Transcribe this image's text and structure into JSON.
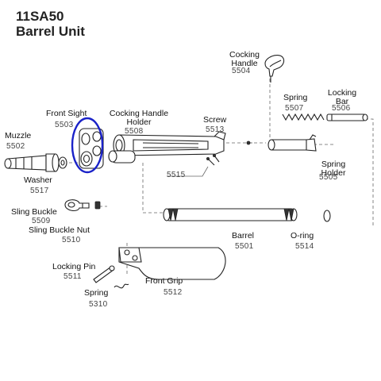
{
  "header": {
    "model": "11SA50",
    "section": "Barrel Unit"
  },
  "highlight": {
    "color": "#1a22c8"
  },
  "parts": [
    {
      "key": "cocking_handle",
      "name": "Cocking\nHandle",
      "number": "5504"
    },
    {
      "key": "spring_5507",
      "name": "Spring",
      "number": "5507"
    },
    {
      "key": "locking_bar",
      "name": "Locking\nBar",
      "number": "5506"
    },
    {
      "key": "front_sight",
      "name": "Front Sight",
      "number": "5503"
    },
    {
      "key": "cocking_handle_holder",
      "name": "Cocking Handle\nHolder",
      "number": "5508"
    },
    {
      "key": "screw",
      "name": "Screw",
      "number": "5513"
    },
    {
      "key": "muzzle",
      "name": "Muzzle",
      "number": "5502"
    },
    {
      "key": "spring_holder",
      "name": "Spring\nHolder",
      "number": "5505"
    },
    {
      "key": "washer",
      "name": "Washer",
      "number": "5517"
    },
    {
      "key": "unlabeled_5515",
      "name": "",
      "number": "5515"
    },
    {
      "key": "sling_buckle",
      "name": "Sling Buckle",
      "number": "5509"
    },
    {
      "key": "sling_buckle_nut",
      "name": "Sling Buckle Nut",
      "number": "5510"
    },
    {
      "key": "barrel",
      "name": "Barrel",
      "number": "5501"
    },
    {
      "key": "o_ring",
      "name": "O-ring",
      "number": "5514"
    },
    {
      "key": "locking_pin",
      "name": "Locking Pin",
      "number": "5511"
    },
    {
      "key": "front_grip",
      "name": "Front Grip",
      "number": "5512"
    },
    {
      "key": "spring_5310",
      "name": "Spring",
      "number": "5310"
    }
  ]
}
